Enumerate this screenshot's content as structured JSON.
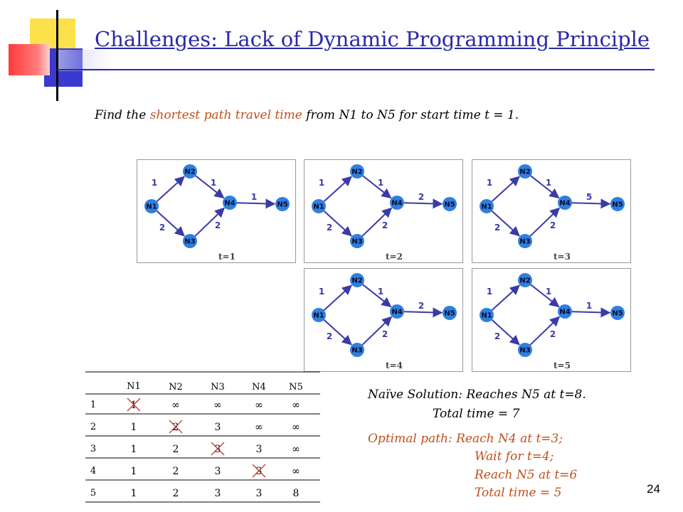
{
  "title": "Challenges: Lack of Dynamic Programming Principle",
  "problem": {
    "prefix": "Find the ",
    "highlight": "shortest path travel time",
    "suffix": " from N1 to N5 for start time t = 1."
  },
  "node_labels": [
    "N1",
    "N2",
    "N3",
    "N4",
    "N5"
  ],
  "panels": [
    {
      "caption": "t=1",
      "weights": {
        "N1-N2": "1",
        "N2-N4": "1",
        "N1-N3": "2",
        "N3-N4": "2",
        "N4-N5": "1"
      }
    },
    {
      "caption": "t=2",
      "weights": {
        "N1-N2": "1",
        "N2-N4": "1",
        "N1-N3": "2",
        "N3-N4": "2",
        "N4-N5": "2"
      }
    },
    {
      "caption": "t=3",
      "weights": {
        "N1-N2": "1",
        "N2-N4": "1",
        "N1-N3": "2",
        "N3-N4": "2",
        "N4-N5": "5"
      }
    },
    {
      "caption": "t=4",
      "weights": {
        "N1-N2": "1",
        "N2-N4": "1",
        "N1-N3": "2",
        "N3-N4": "2",
        "N4-N5": "2"
      }
    },
    {
      "caption": "t=5",
      "weights": {
        "N1-N2": "1",
        "N2-N4": "1",
        "N1-N3": "2",
        "N3-N4": "2",
        "N4-N5": "1"
      }
    }
  ],
  "table": {
    "headers": [
      "N1",
      "N2",
      "N3",
      "N4",
      "N5"
    ],
    "rows": [
      {
        "label": "1",
        "cells": [
          "1",
          "∞",
          "∞",
          "∞",
          "∞"
        ],
        "crossed": [
          0
        ]
      },
      {
        "label": "2",
        "cells": [
          "1",
          "2",
          "3",
          "∞",
          "∞"
        ],
        "crossed": [
          1
        ]
      },
      {
        "label": "3",
        "cells": [
          "1",
          "2",
          "3",
          "3",
          "∞"
        ],
        "crossed": [
          2
        ]
      },
      {
        "label": "4",
        "cells": [
          "1",
          "2",
          "3",
          "3",
          "∞"
        ],
        "crossed": [
          3
        ]
      },
      {
        "label": "5",
        "cells": [
          "1",
          "2",
          "3",
          "3",
          "8"
        ],
        "crossed": []
      }
    ]
  },
  "naive": {
    "line1": "Naïve Solution: Reaches N5 at t=8.",
    "line2": "Total time = 7"
  },
  "optimal": {
    "line1": "Optimal path: Reach N4 at t=3;",
    "line2": "Wait for t=4;",
    "line3": "Reach N5 at t=6",
    "line4": "Total time = 5"
  },
  "page_number": "24",
  "colors": {
    "title": "#2a2aa8",
    "accent": "#c0501b",
    "arrow": "#3a3aa8",
    "node_fill": "#2f7fe0",
    "cross": "#c0392b"
  }
}
